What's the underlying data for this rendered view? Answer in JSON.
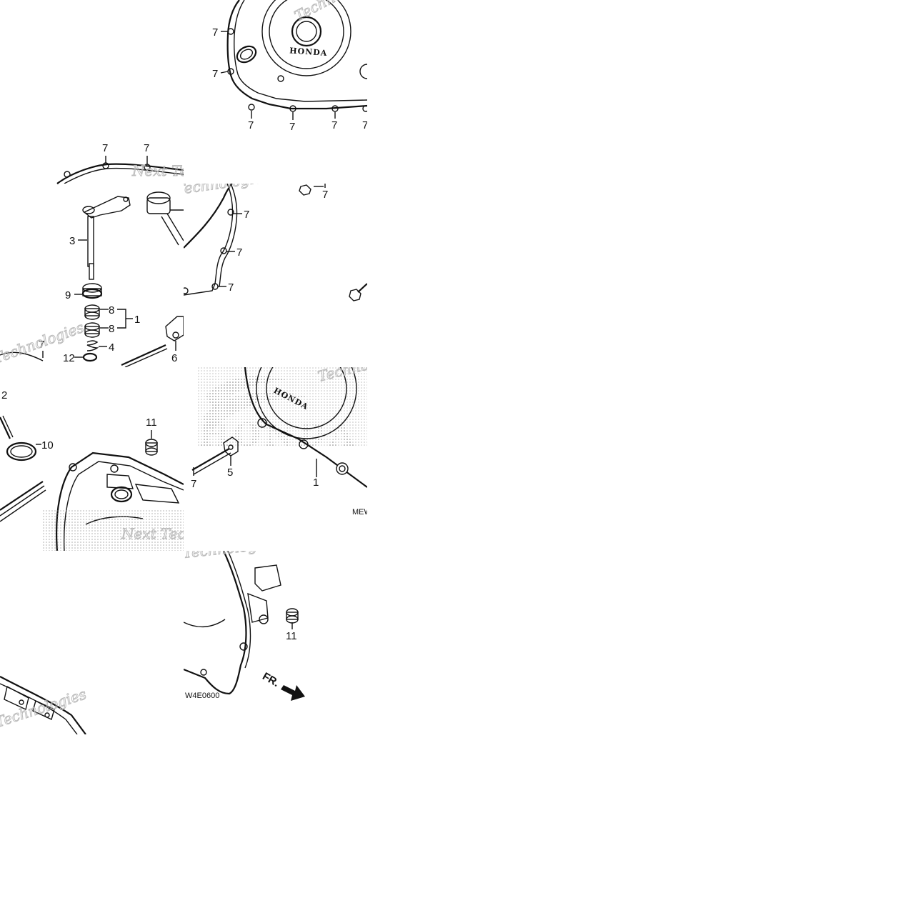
{
  "diagram": {
    "part_labels": {
      "p1": "1",
      "p2": "2",
      "p3": "3",
      "p4": "4",
      "p5": "5",
      "p6": "6",
      "p7": "7",
      "p8": "8",
      "p9": "9",
      "p10": "10",
      "p11": "11",
      "p12": "12"
    },
    "brand_mark": "HONDA",
    "watermark": "Next Technologies",
    "watermark_short": "Technologies",
    "diagram_code_left": "MEW",
    "diagram_code_right": "W4E0600",
    "direction_marker": "FR."
  },
  "colors": {
    "line": "#111111",
    "background": "#ffffff",
    "watermark": "#b9b9b9"
  }
}
